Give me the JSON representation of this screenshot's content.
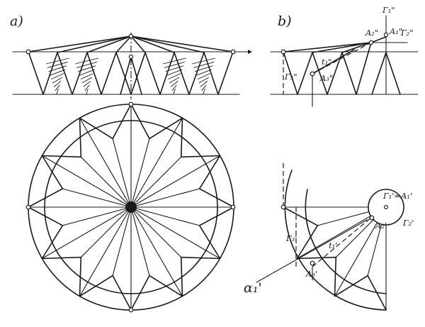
{
  "panels": {
    "a": {
      "label": "a)"
    },
    "b": {
      "label": "b)"
    }
  },
  "labels": {
    "gamma1_dd": "Г₁\"",
    "gamma2_dd": "Г₂\"",
    "gamma3_dd": "Г₃\"",
    "A1_dd": "A₁\"",
    "A2_dd": "A₂\"",
    "A3_dd": "A₃\"",
    "t1_dd": "t₁\"",
    "gamma1_A1_p": "Г₁'=A₁'",
    "gamma2_p": "Г₂'",
    "gamma3_p": "Г₃'",
    "A2_p": "A₂'",
    "A3_p": "A₃'",
    "t1_p": "t₁'",
    "alpha1_p": "α₁'"
  }
}
